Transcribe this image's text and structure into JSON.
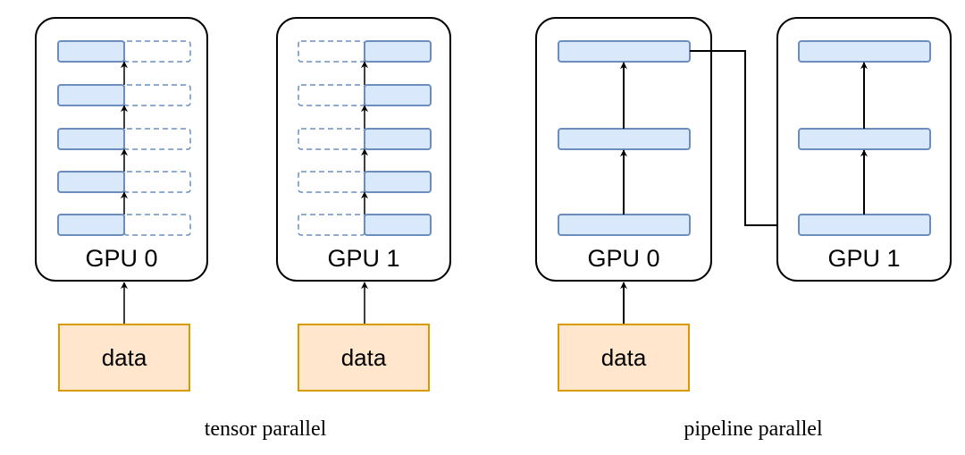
{
  "colors": {
    "layer_fill": "#dae8fc",
    "layer_stroke": "#6c8ebf",
    "data_fill": "#ffe6cc",
    "data_stroke": "#d79b00",
    "outline": "#000000"
  },
  "tensor_parallel": {
    "caption": "tensor parallel",
    "gpu0": {
      "label": "GPU 0",
      "input_label": "data"
    },
    "gpu1": {
      "label": "GPU 1",
      "input_label": "data"
    }
  },
  "pipeline_parallel": {
    "caption": "pipeline parallel",
    "gpu0": {
      "label": "GPU 0",
      "input_label": "data"
    },
    "gpu1": {
      "label": "GPU 1"
    }
  }
}
